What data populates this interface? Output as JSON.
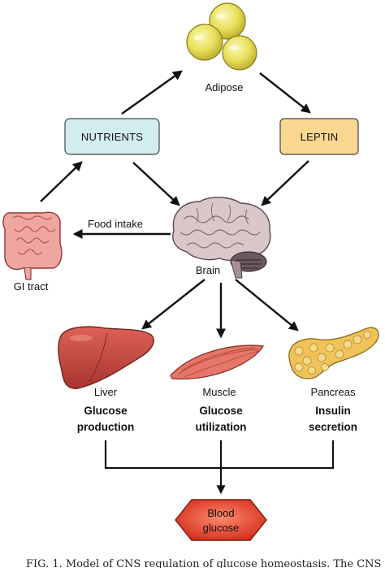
{
  "nodes": {
    "adipose": "Adipose",
    "nutrients": "NUTRIENTS",
    "leptin": "LEPTIN",
    "food_intake": "Food intake",
    "gi_tract": "GI tract",
    "brain": "Brain",
    "liver": "Liver",
    "muscle": "Muscle",
    "pancreas": "Pancreas",
    "glucose_production": [
      "Glucose",
      "production"
    ],
    "glucose_utilization": [
      "Glucose",
      "utilization"
    ],
    "insulin_secretion": [
      "Insulin",
      "secretion"
    ],
    "blood_glucose": [
      "Blood",
      "glucose"
    ]
  },
  "caption": "FIG. 1. Model of CNS regulation of glucose homeostasis. The CNS",
  "colors": {
    "nutrients_box": "#d3ecee",
    "leptin_box": "#fbd891",
    "adipose_cell": "#e6df5a",
    "blood_glucose_fill": "#e8442c",
    "liver": "#c9483d",
    "muscle": "#e57768",
    "pancreas": "#f0c25a",
    "gi_tract": "#f0a6a0",
    "brain": "#d9c7c9"
  }
}
